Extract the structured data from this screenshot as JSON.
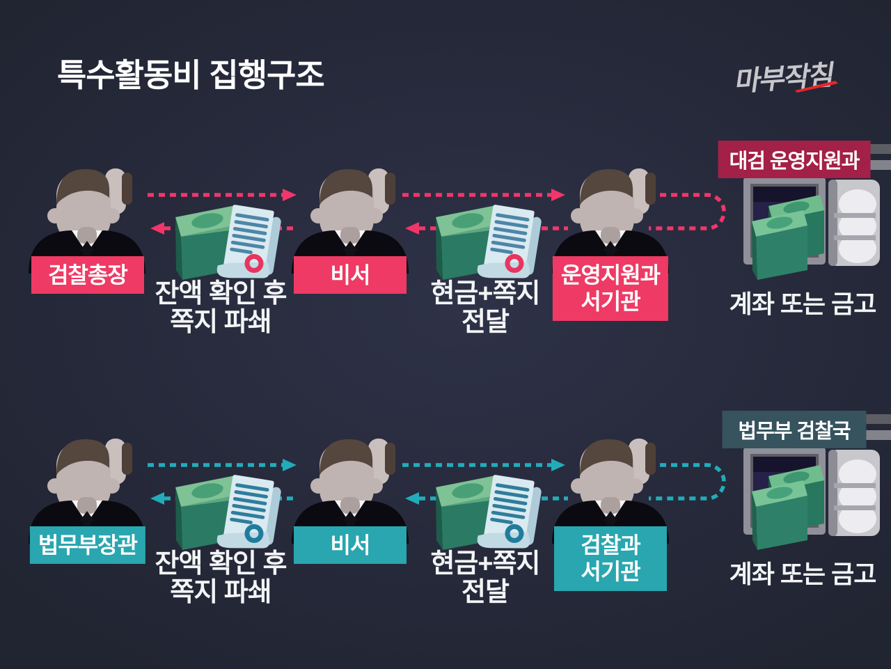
{
  "header": {
    "title": "특수활동비 집행구조",
    "logo": "마부작침",
    "logo_underline_color": "#E8262C"
  },
  "icons": {
    "person": "businessman-icon",
    "money": "cash-with-note-icon",
    "safe": "open-safe-icon",
    "arrow": "dashed-flow-arrow"
  },
  "rows": [
    {
      "name": "prosecution-flow",
      "dept_label": "대검 운영지원과",
      "persons": [
        {
          "label": "검찰총장"
        },
        {
          "label": "비서"
        },
        {
          "label_line1": "운영지원과",
          "label_line2": "서기관"
        }
      ],
      "captions": {
        "shred_line1": "잔액 확인 후",
        "shred_line2": "쪽지 파쇄",
        "deliver_line1": "현금+쪽지",
        "deliver_line2": "전달",
        "safe_caption": "계좌 또는 금고"
      },
      "colors": {
        "accent": "#EE3A64",
        "dept_bg": "#A32048",
        "arrow": "#F2366B",
        "doc_line": "#4D86A6",
        "doc_stamp": "#E73560"
      }
    },
    {
      "name": "justice-ministry-flow",
      "dept_label": "법무부 검찰국",
      "persons": [
        {
          "label": "법무부장관"
        },
        {
          "label": "비서"
        },
        {
          "label_line1": "검찰과",
          "label_line2": "서기관"
        }
      ],
      "captions": {
        "shred_line1": "잔액 확인 후",
        "shred_line2": "쪽지 파쇄",
        "deliver_line1": "현금+쪽지",
        "deliver_line2": "전달",
        "safe_caption": "계좌 또는 금고"
      },
      "colors": {
        "accent": "#29A6AF",
        "dept_bg": "#36535E",
        "arrow": "#22ACBA",
        "doc_line": "#2F7D9B",
        "doc_stamp": "#1F7D9B"
      }
    }
  ]
}
